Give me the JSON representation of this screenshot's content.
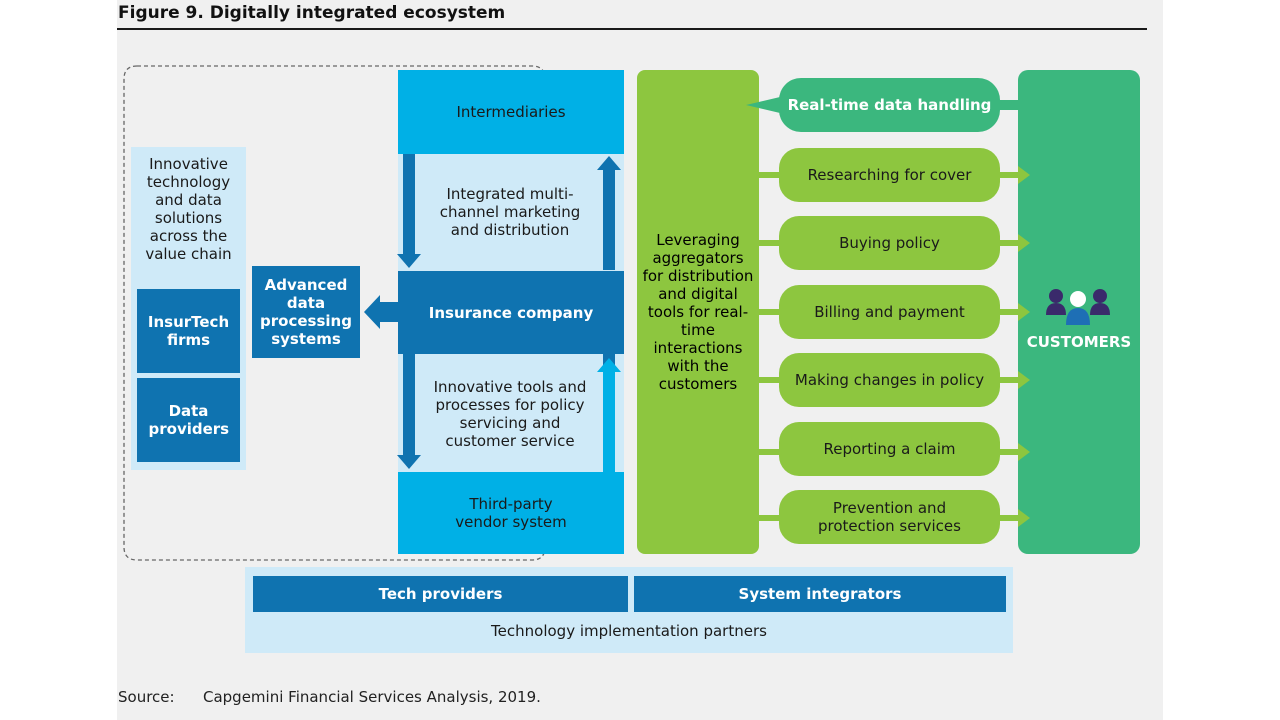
{
  "figure_title": "Figure 9. Digitally integrated ecosystem",
  "left_column": {
    "header": "Innovative technology and data solutions across the value chain",
    "insurtech": "InsurTech firms",
    "data_providers": "Data providers"
  },
  "advanced_data": "Advanced data processing systems",
  "center": {
    "intermediaries": "Intermediaries",
    "integrated_channel": "Integrated multi-channel marketing and distribution",
    "insurance_company": "Insurance company",
    "innovative_tools": "Innovative tools and processes for policy servicing and customer service",
    "third_party": "Third-party vendor system"
  },
  "aggregators": "Leveraging aggregators for distribution and digital tools for real-time interactions with the customers",
  "realtime": "Real-time data handling",
  "services": [
    "Researching for cover",
    "Buying policy",
    "Billing and payment",
    "Making changes in policy",
    "Reporting a claim",
    "Prevention and protection services"
  ],
  "customers": "CUSTOMERS",
  "bottom": {
    "tech_providers": "Tech providers",
    "system_integrators": "System integrators",
    "partners": "Technology implementation partners"
  },
  "source": {
    "label": "Source:",
    "text": "Capgemini Financial Services Analysis, 2019."
  },
  "colors": {
    "light_blue": "#cfeaf8",
    "cyan": "#00b0e6",
    "dark_blue": "#0f73b0",
    "light_green": "#8dc63f",
    "dark_green": "#3bb77e"
  }
}
